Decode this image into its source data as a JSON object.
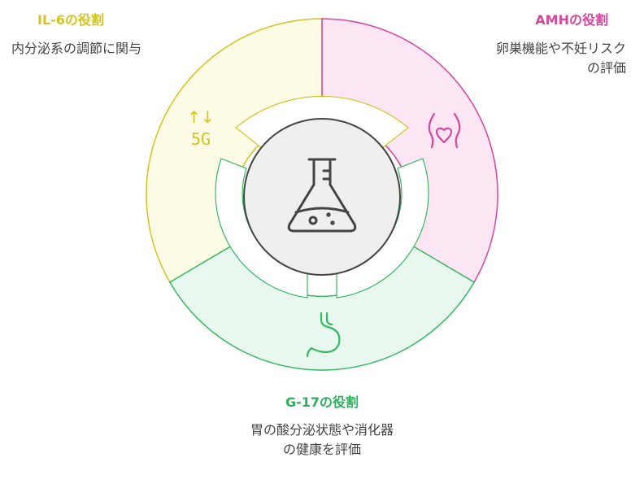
{
  "sections": {
    "il6": {
      "title": "IL-6の役割",
      "desc": "内分泌系の調節に関与",
      "color": "#d4c41f",
      "fill": "#fdfbe6",
      "icon": "arrows-5g-icon"
    },
    "amh": {
      "title": "AMHの役割",
      "desc": "卵巣機能や不妊リスクの評価",
      "color": "#d4479c",
      "fill": "#fde6f3",
      "icon": "uterus-heart-icon"
    },
    "g17": {
      "title": "G-17の役割",
      "desc": "胃の酸分泌状態や消化器の健康を評価",
      "color": "#35b962",
      "fill": "#e8f8ee",
      "icon": "stomach-icon"
    }
  },
  "center": {
    "icon": "flask-icon",
    "fill": "#efefef",
    "stroke": "#444444"
  },
  "icon_text": {
    "arrows": "↑↓",
    "signal": "5G"
  }
}
